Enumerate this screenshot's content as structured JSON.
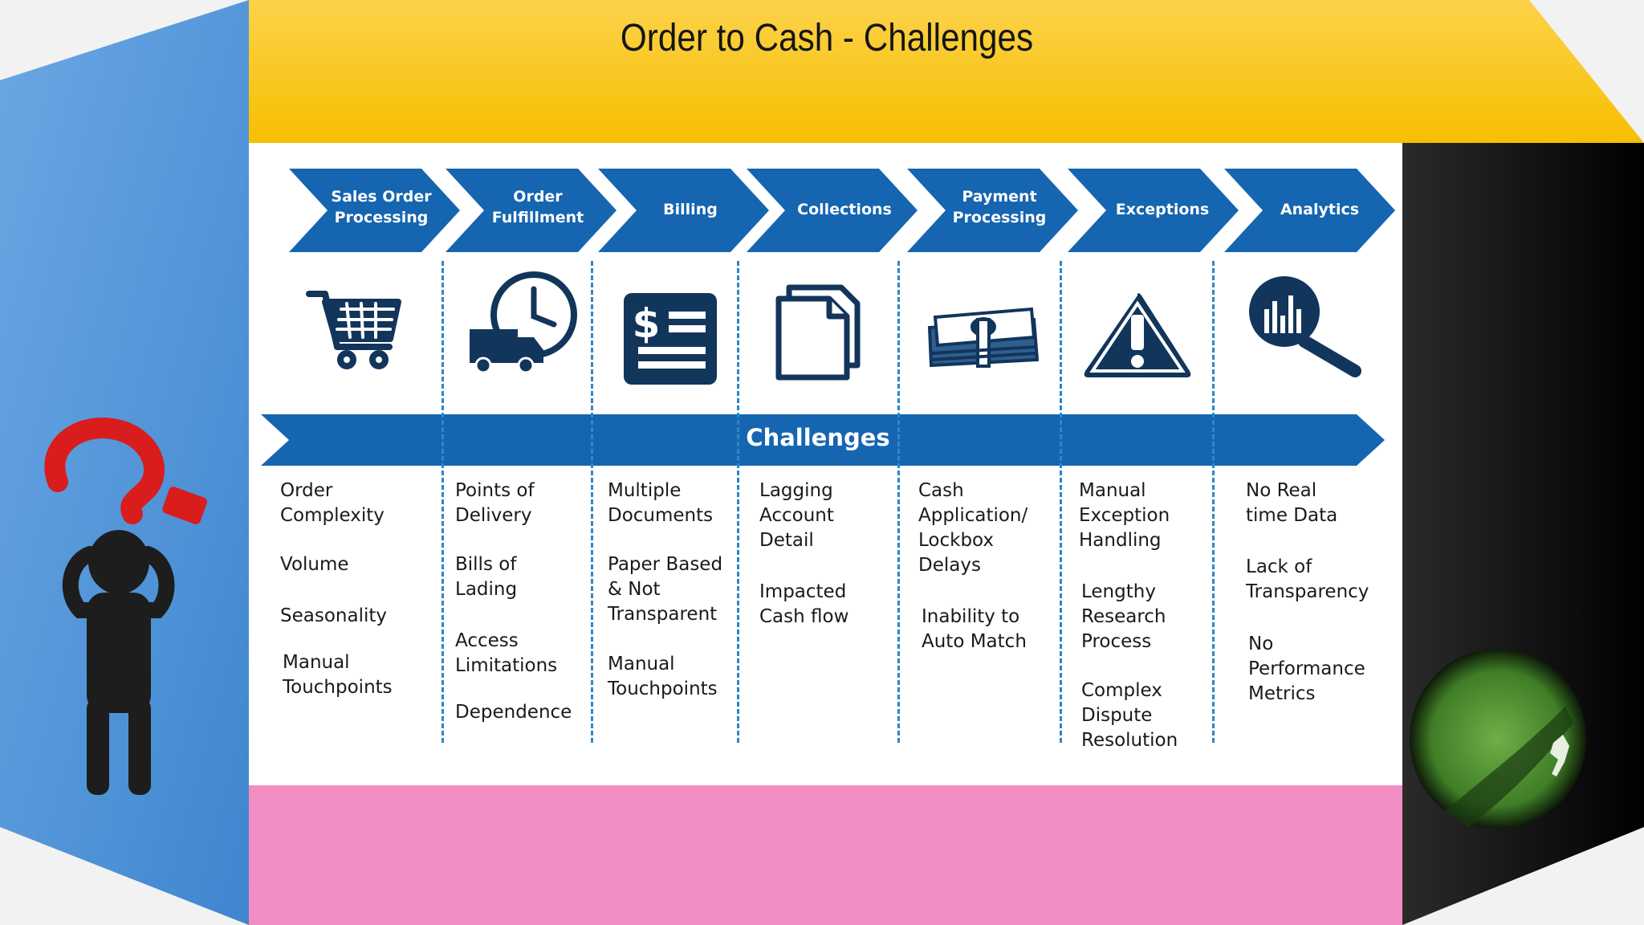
{
  "slide": {
    "title": "Order to Cash - Challenges"
  },
  "process_steps": [
    {
      "label": "Sales Order\nProcessing",
      "icon": "shopping-cart-icon"
    },
    {
      "label": "Order\nFulfillment",
      "icon": "delivery-truck-clock-icon"
    },
    {
      "label": "Billing",
      "icon": "invoice-icon"
    },
    {
      "label": "Collections",
      "icon": "documents-icon"
    },
    {
      "label": "Payment\nProcessing",
      "icon": "cash-stack-icon"
    },
    {
      "label": "Exceptions",
      "icon": "warning-icon"
    },
    {
      "label": "Analytics",
      "icon": "analytics-magnifier-icon"
    }
  ],
  "challenges_banner": "Challenges",
  "challenges": [
    [
      "Order\nComplexity",
      "Volume",
      "Seasonality",
      "Manual\nTouchpoints"
    ],
    [
      "Points of\nDelivery",
      "Bills of\nLading",
      "Access\nLimitations",
      "Dependence"
    ],
    [
      "Multiple\nDocuments",
      "Paper Based\n& Not\nTransparent",
      "Manual\nTouchpoints"
    ],
    [
      "Lagging\nAccount\nDetail",
      "Impacted\nCash flow"
    ],
    [
      "Cash\nApplication/\nLockbox\nDelays",
      "Inability to\nAuto Match"
    ],
    [
      "Manual\nException\nHandling",
      "Lengthy\nResearch\nProcess",
      "Complex\nDispute\nResolution"
    ],
    [
      "No Real\ntime Data",
      "Lack of\nTransparency",
      "No\nPerformance\nMetrics"
    ]
  ],
  "colors": {
    "chevron_blue": "#1565b0",
    "icon_navy": "#12355b",
    "top_band": "#fcc72a",
    "left_wall": "#4b8fd4",
    "bottom_band": "#f08dc2",
    "right_wall": "#111111",
    "divider": "#2e86c8"
  },
  "decorations": [
    "question-mark-stick-figure-illustration",
    "boulder-climber-illustration"
  ]
}
